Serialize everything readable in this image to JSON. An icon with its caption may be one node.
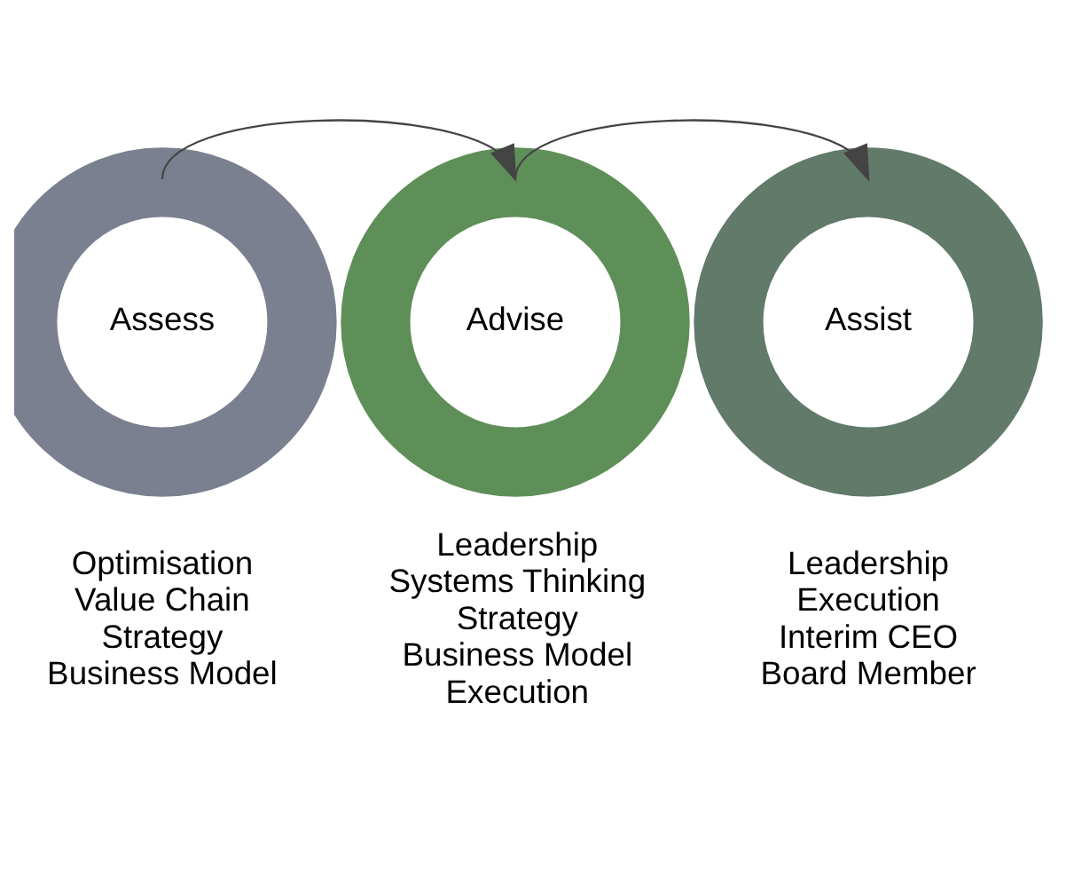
{
  "diagram": {
    "nodes": [
      {
        "text": [
          "Assess"
        ],
        "beside": [
          "Optimisation",
          "Value Chain",
          "Strategy",
          "Business Model"
        ]
      },
      {
        "text": [
          "Advise"
        ],
        "beside": [
          "Leadership",
          "Systems Thinking",
          "Strategy",
          "Business Model",
          "Execution"
        ]
      },
      {
        "text": [
          "Assist"
        ],
        "beside": [
          "Leadership",
          "Execution",
          "Interim CEO",
          "Board Member"
        ]
      }
    ],
    "edges": [
      {
        "from": 0,
        "to": 1,
        "arrow": "to"
      },
      {
        "from": 1,
        "to": 2,
        "arrow": "to"
      }
    ]
  }
}
